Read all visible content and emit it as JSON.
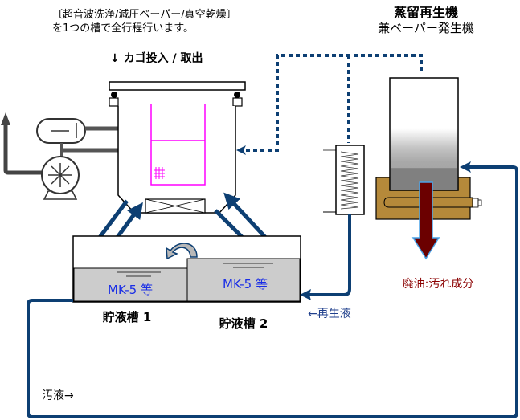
{
  "colors": {
    "pipe": "#0d3f73",
    "basket": "#ff00ff",
    "liquid": "#cccccc",
    "heater": "#b5893a",
    "waste_arrow": "#6b0000",
    "waste_arrow_outline": "#4aa3e8",
    "text_blue": "#1a2ee6",
    "text_navy": "#1f3f8c",
    "text_red": "#8b0000"
  },
  "header": {
    "process_line1": "〔超音波洗浄/減圧ベーパー/真空乾燥〕",
    "process_line2": "を1つの槽で全行程行います。",
    "basket_io": "↓ カゴ投入 / 取出"
  },
  "distiller": {
    "title": "蒸留再生機",
    "subtitle": "兼ベーパー発生機"
  },
  "tanks": [
    {
      "name": "貯液槽 1",
      "content": "MK-5 等"
    },
    {
      "name": "貯液槽 2",
      "content": "MK-5 等"
    }
  ],
  "labels": {
    "regenerated": "←再生液",
    "waste_oil": "廃油:汚れ成分",
    "dirty_liquid": "汚液→"
  },
  "icons": {
    "vacuum_pump": "pump-icon",
    "receiver_tank": "tank-icon",
    "condenser": "condenser-coil-icon",
    "heater": "heater-icon",
    "overflow": "curved-arrow-icon"
  }
}
